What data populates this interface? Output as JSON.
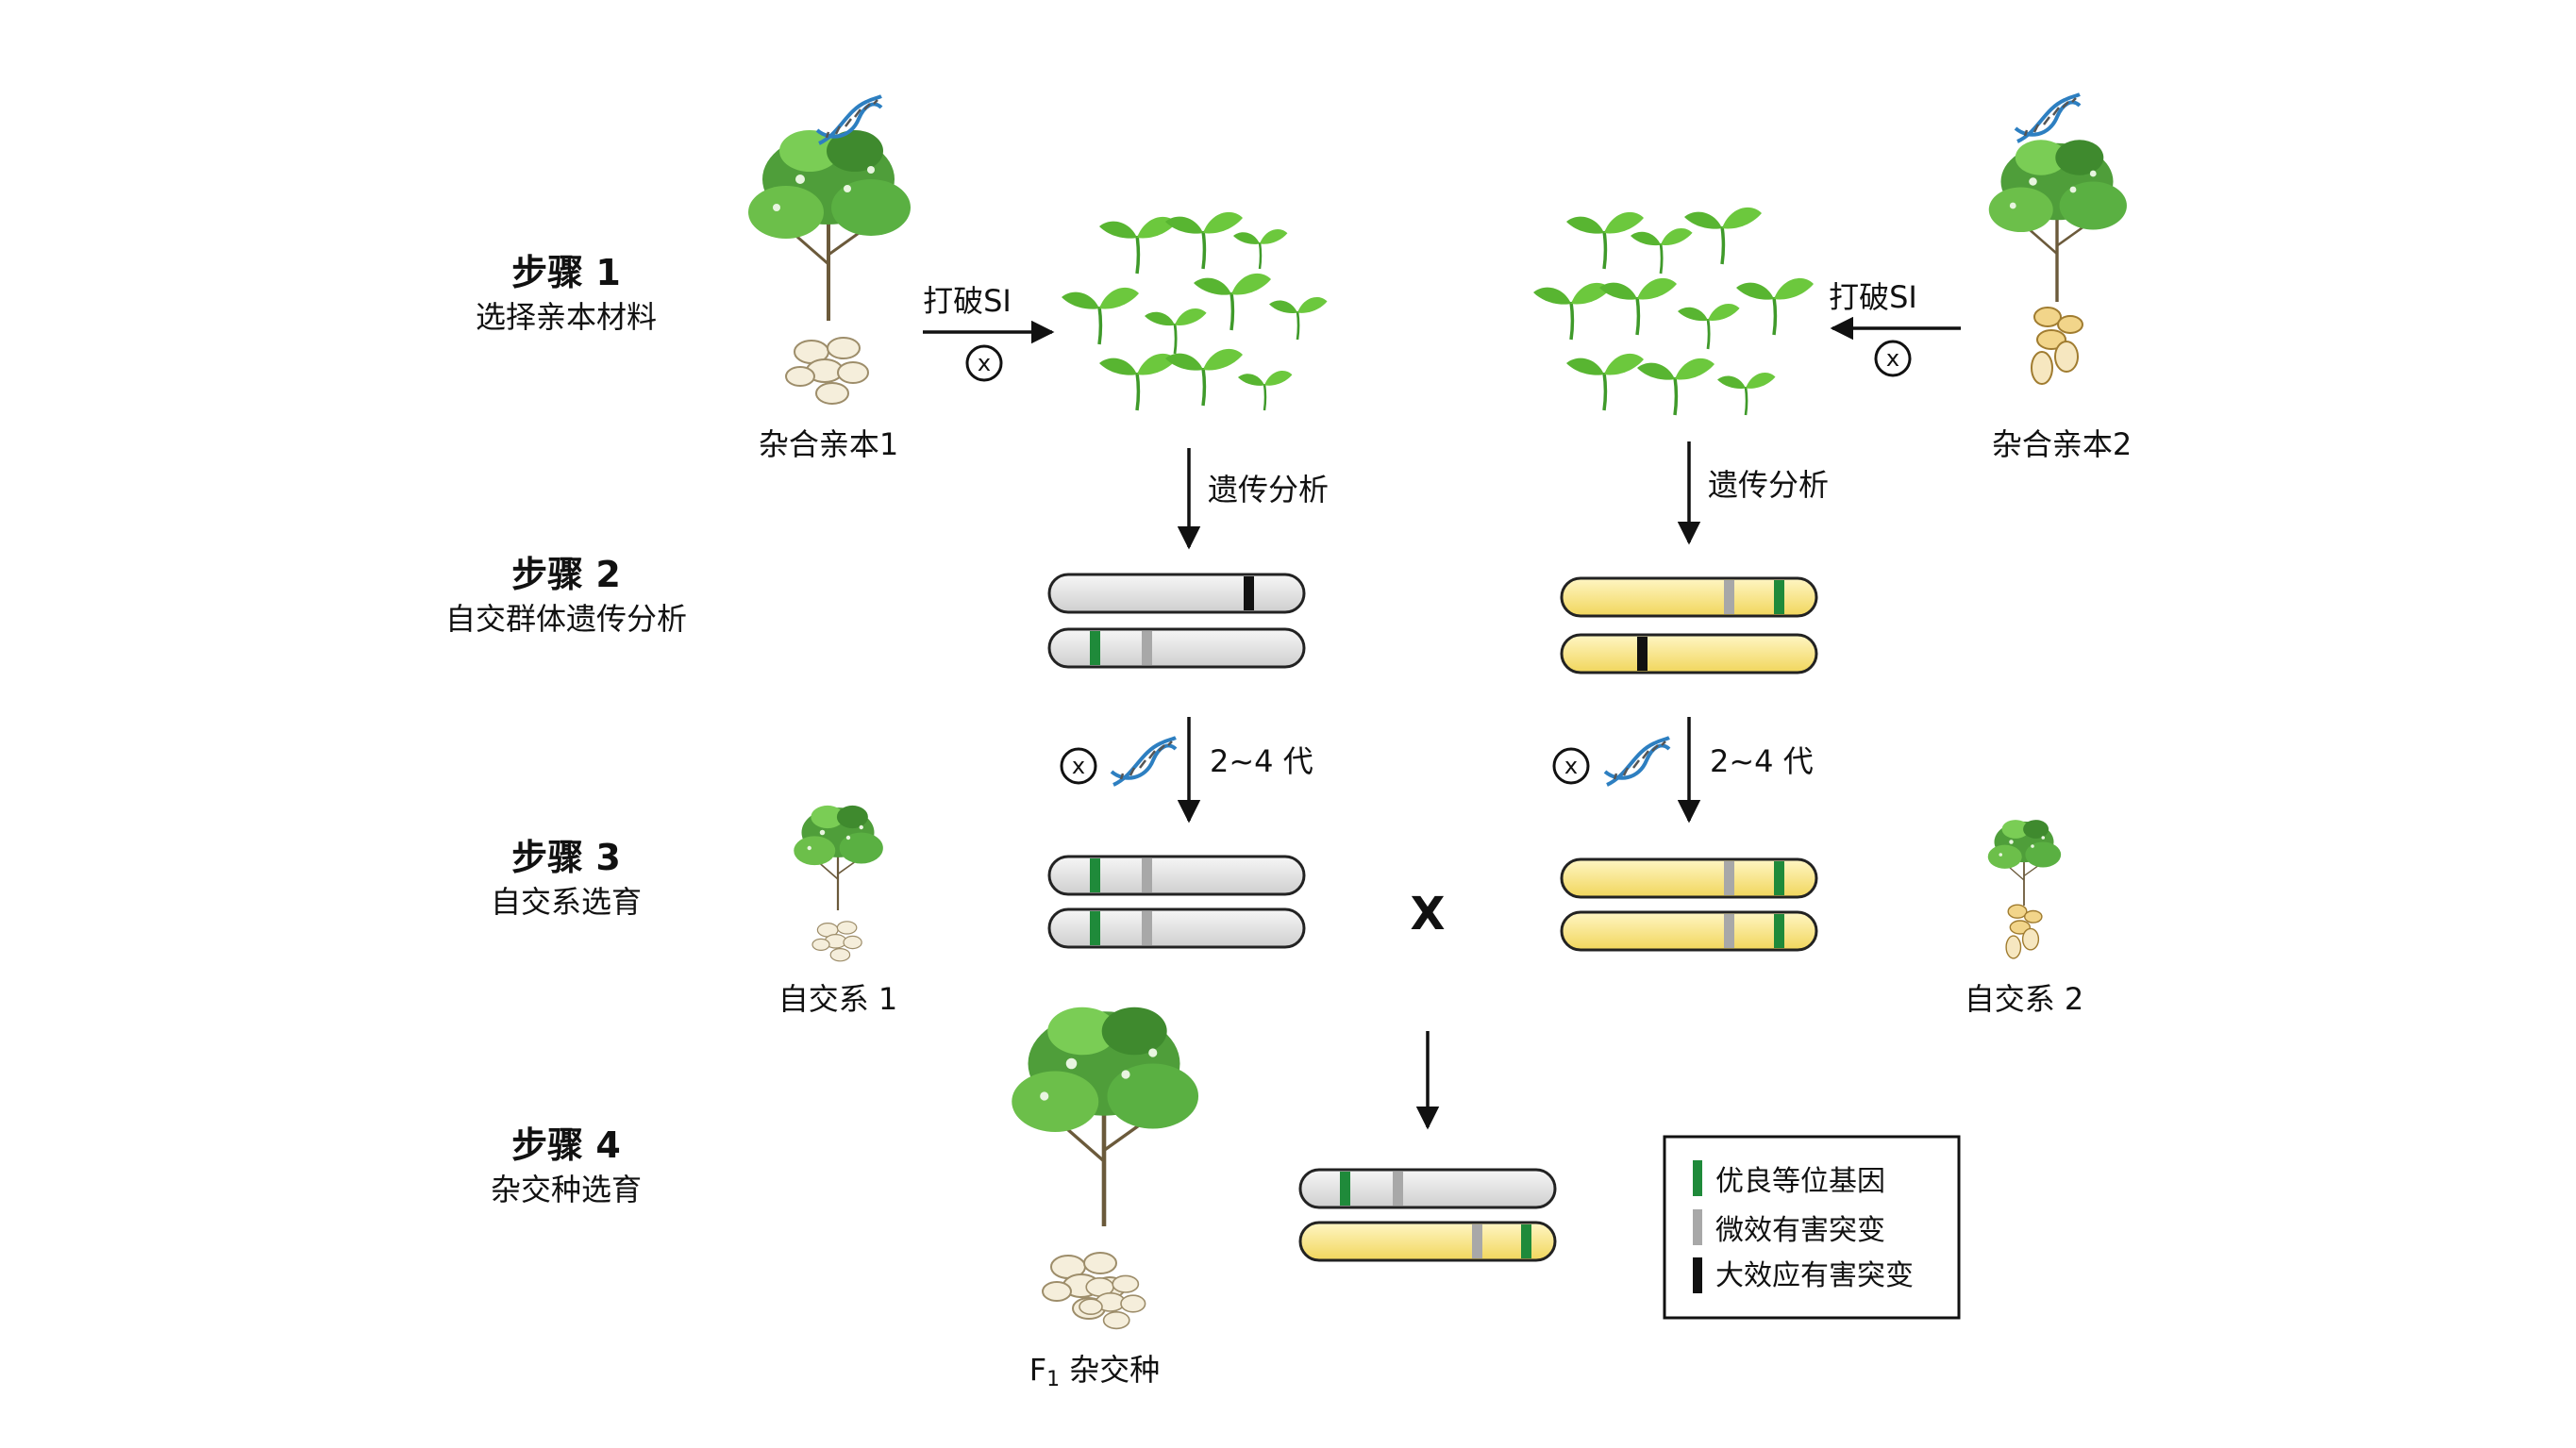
{
  "steps": [
    {
      "title": "步骤 1",
      "subtitle": "选择亲本材料"
    },
    {
      "title": "步骤 2",
      "subtitle": "自交群体遗传分析"
    },
    {
      "title": "步骤 3",
      "subtitle": "自交系选育"
    },
    {
      "title": "步骤 4",
      "subtitle": "杂交种选育"
    }
  ],
  "parents": {
    "left": "杂合亲本1",
    "right": "杂合亲本2"
  },
  "inbreds": {
    "left": "自交系 1",
    "right": "自交系 2"
  },
  "hybrid": {
    "label_prefix": "F",
    "label_sub": "1",
    "label_rest": " 杂交种"
  },
  "arrows": {
    "break_si": "打破SI",
    "genetic_analysis": "遗传分析",
    "generations": "2~4 代",
    "cross_symbol": "X",
    "self_symbol": "X"
  },
  "legend": {
    "items": [
      {
        "label": "优良等位基因",
        "color": "#1f8a3a"
      },
      {
        "label": "微效有害突变",
        "color": "#a8a8a8"
      },
      {
        "label": "大效应有害突变",
        "color": "#111111"
      }
    ]
  },
  "colors": {
    "chrom_gray": "#d9d9d9",
    "chrom_yellow": "#f5e07a",
    "good_allele": "#1f8a3a",
    "minor_mutation": "#a8a8a8",
    "major_mutation": "#111111",
    "dna_blue": "#2d7fc1",
    "leaf_green": "#57b330"
  }
}
